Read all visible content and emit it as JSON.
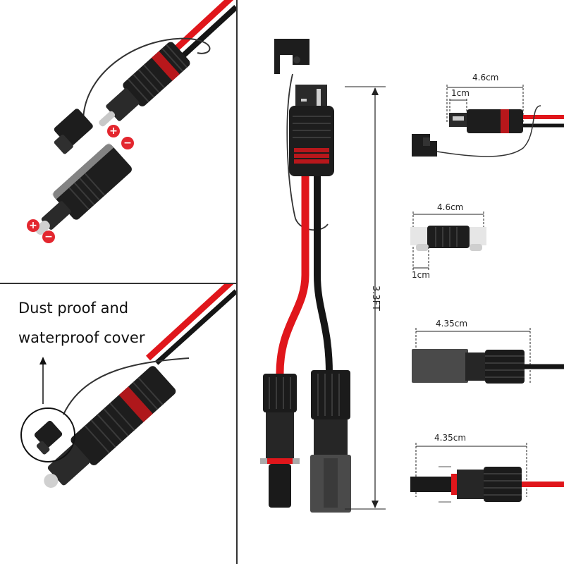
{
  "callout": {
    "line1": "Dust proof and",
    "line2": "waterproof cover"
  },
  "length": {
    "label": "3.3FT"
  },
  "dimensions": {
    "sae_cover_total": "4.6cm",
    "sae_cover_pin": "1cm",
    "sae_plug_total": "4.6cm",
    "sae_plug_pin": "1cm",
    "mc4_female": "4.35cm",
    "mc4_male": "4.35cm"
  },
  "polarity": {
    "plus": "+",
    "minus": "−"
  },
  "colors": {
    "wire_red": "#e0161b",
    "wire_black": "#151515",
    "connector_body": "#1d1d1d",
    "connector_grey": "#4a4a4a",
    "badge_red": "#e3262e",
    "metal": "#c8c8c8"
  }
}
